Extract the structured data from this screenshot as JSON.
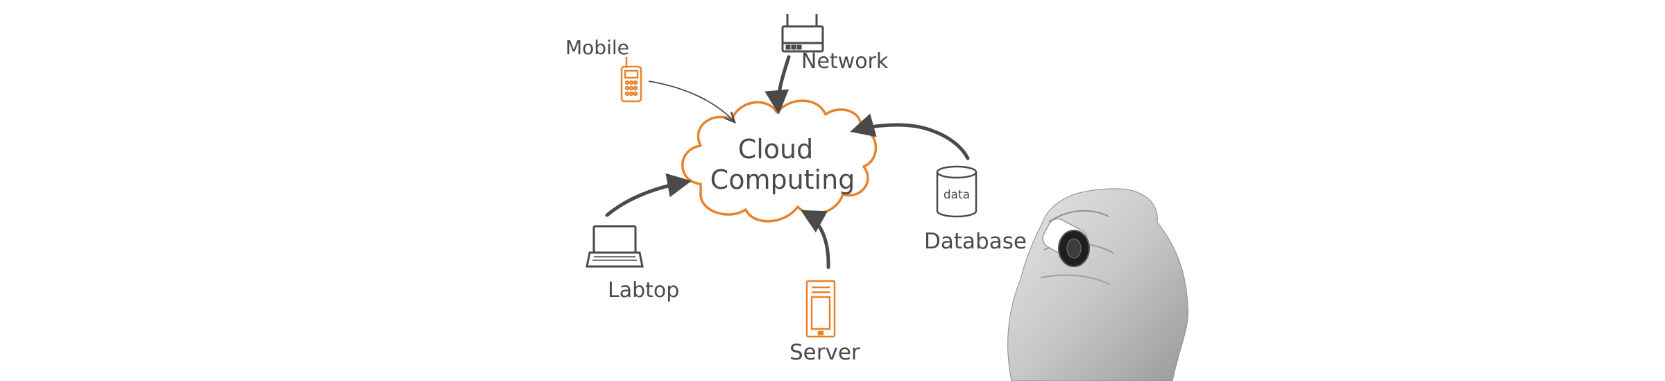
{
  "diagram": {
    "center": {
      "line1": "Cloud",
      "line2": "Computing"
    },
    "nodes": {
      "mobile": "Mobile",
      "network": "Network",
      "database": "Database",
      "database_icon_text": "data",
      "laptop": "Labtop",
      "server": "Server"
    },
    "colors": {
      "accent": "#e8822a",
      "ink": "#4a4a4a"
    }
  }
}
